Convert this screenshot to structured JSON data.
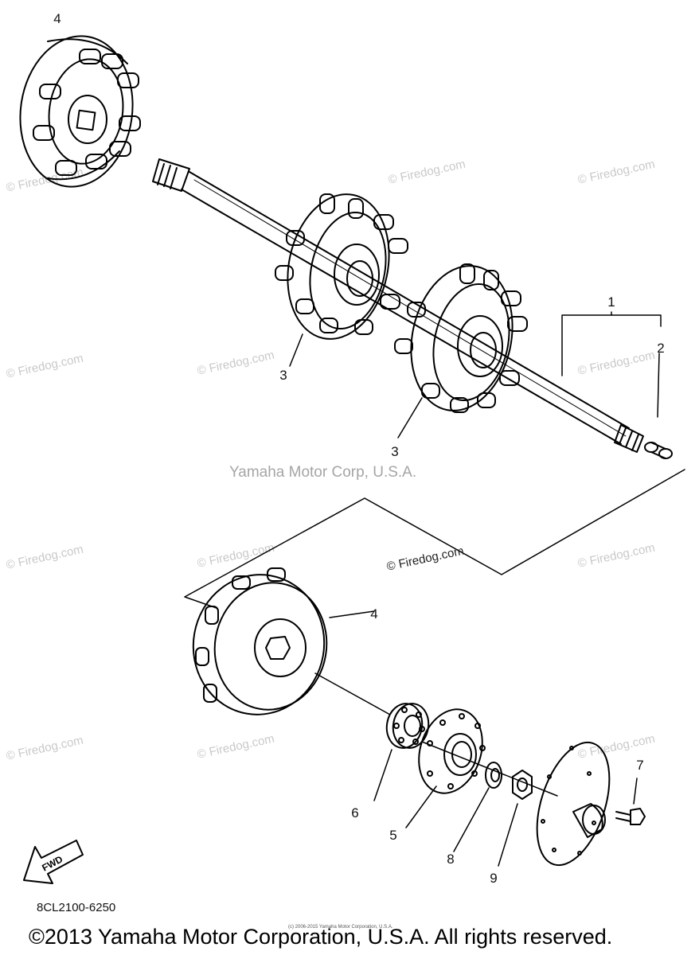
{
  "watermark": "© Firedog.com",
  "center_watermark": "Yamaha Motor Corp, U.S.A.",
  "callouts": {
    "c1": "1",
    "c2": "2",
    "c3a": "3",
    "c3b": "3",
    "c4a": "4",
    "c4b": "4",
    "c5": "5",
    "c6": "6",
    "c7": "7",
    "c8": "8",
    "c9": "9"
  },
  "fwd_label": "FWD",
  "part_code": "8CL2100-6250",
  "tiny_credit": "(c) 2006-2015 Yamaha Motor Corporation, U.S.A.",
  "copyright": "©2013 Yamaha Motor Corporation, U.S.A. All rights reserved."
}
